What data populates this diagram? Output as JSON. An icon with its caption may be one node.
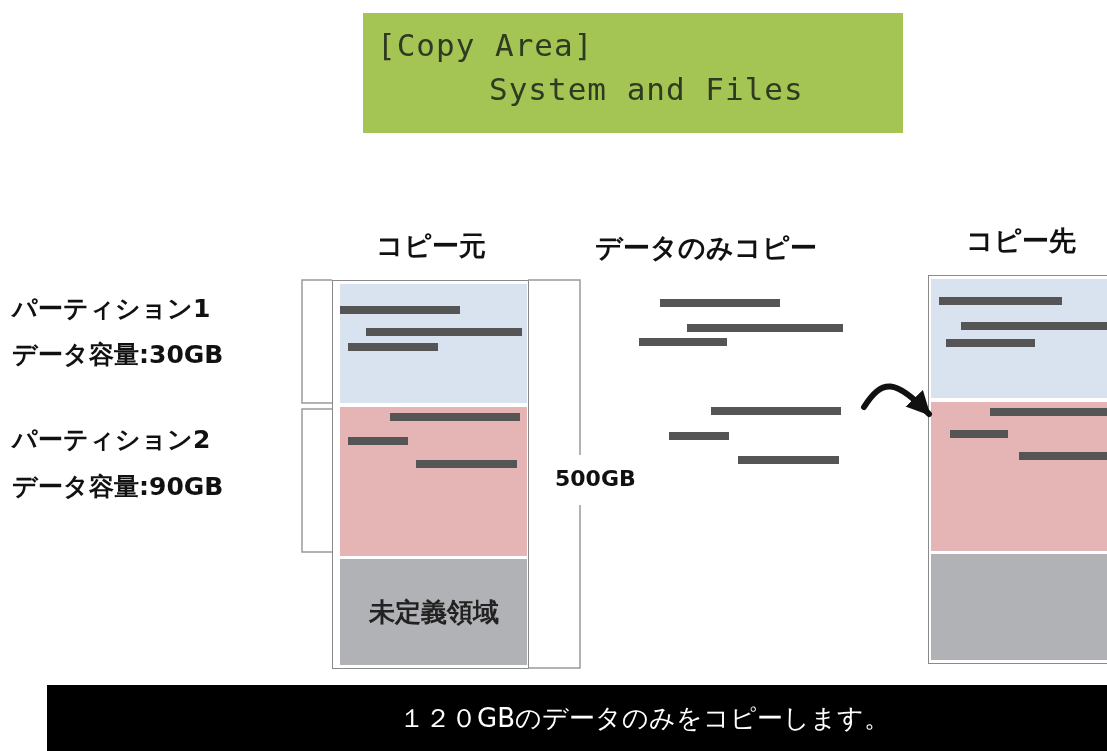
{
  "diagram": {
    "nodes": [
      {
        "text": [
          "[Copy Area]",
          "System and Files"
        ]
      },
      {
        "text": [
          "コピー元"
        ]
      },
      {
        "text": [],
        "shape": "box",
        "in": 1
      },
      {
        "text": [],
        "shape": "box",
        "in": 1
      },
      {
        "text": [
          "未定義領域"
        ],
        "in": 1
      },
      {
        "text": [
          "コピー先"
        ]
      },
      {
        "text": [],
        "shape": "box",
        "in": 5
      },
      {
        "text": [],
        "shape": "box",
        "in": 5
      },
      {
        "text": [],
        "shape": "box",
        "in": 5
      },
      {
        "text": [
          "１２０GBのデータのみをコピーします。"
        ]
      }
    ],
    "edges": [
      {
        "from": null,
        "to": 7,
        "arrow": "to"
      }
    ],
    "labels": [
      "データのみコピー",
      "パーティション1",
      "データ容量:30GB",
      "パーティション2",
      "データ容量:90GB",
      "500GB"
    ]
  }
}
